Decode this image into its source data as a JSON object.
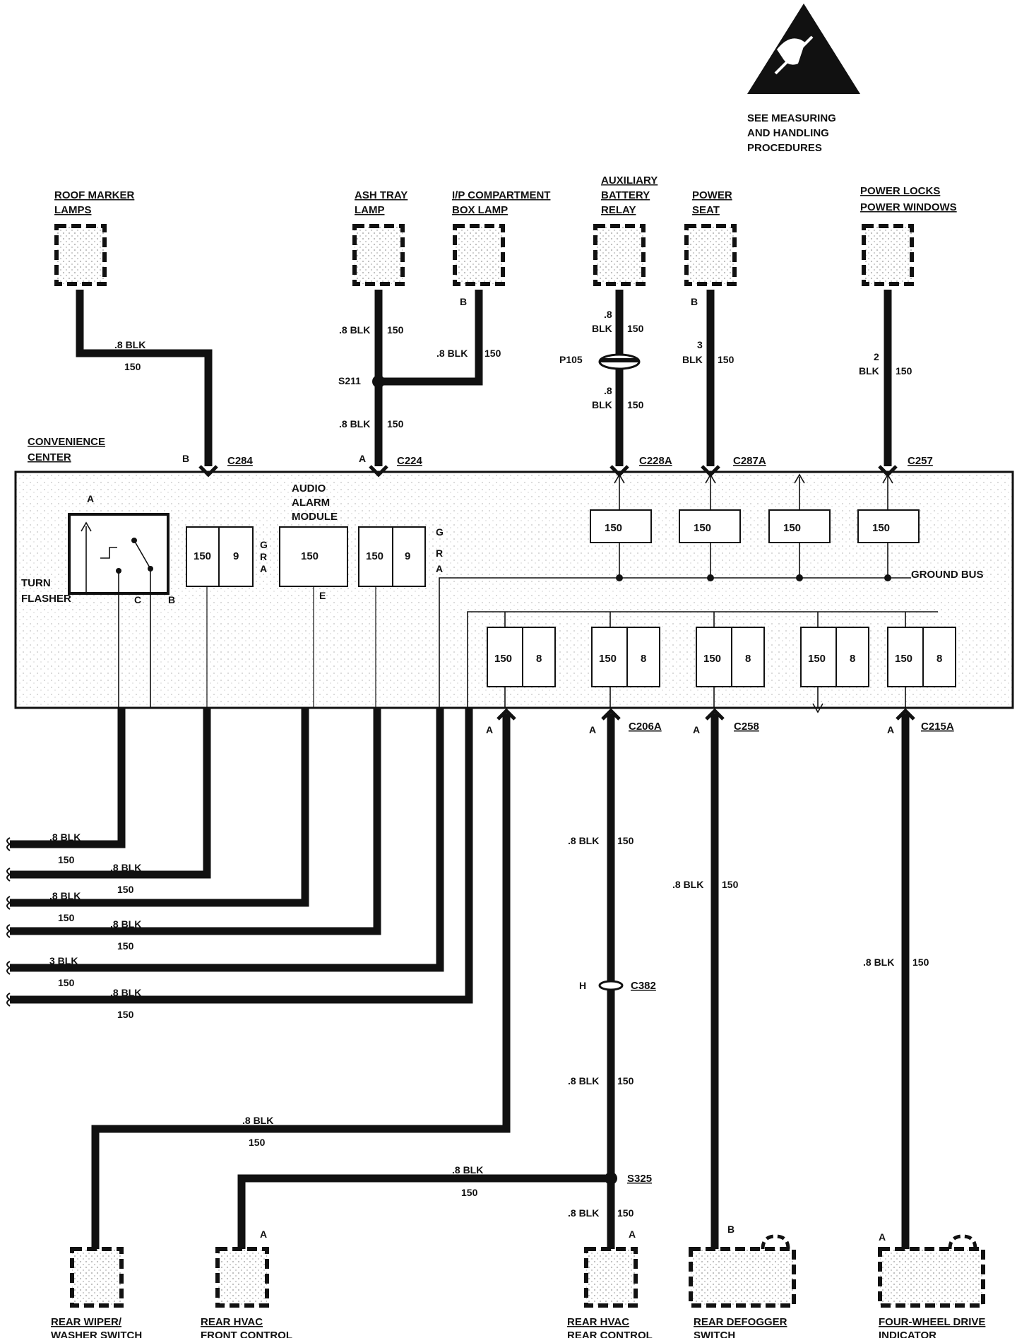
{
  "warning": {
    "line1": "SEE MEASURING",
    "line2": "AND HANDLING",
    "line3": "PROCEDURES"
  },
  "components": {
    "roof_marker": {
      "l1": "ROOF MARKER",
      "l2": "LAMPS"
    },
    "ash_tray": {
      "l1": "ASH TRAY",
      "l2": "LAMP"
    },
    "ip_compartment": {
      "l1": "I/P COMPARTMENT",
      "l2": "BOX LAMP"
    },
    "aux_battery": {
      "l1": "AUXILIARY",
      "l2": "BATTERY",
      "l3": "RELAY"
    },
    "power_seat": {
      "l1": "POWER",
      "l2": "SEAT"
    },
    "power_locks": {
      "l1": "POWER LOCKS",
      "l2": "POWER WINDOWS"
    },
    "rear_wiper": {
      "l1": "REAR WIPER/",
      "l2": "WASHER SWITCH"
    },
    "rear_hvac_front": {
      "l1": "REAR HVAC",
      "l2": "FRONT CONTROL"
    },
    "rear_hvac_rear": {
      "l1": "REAR HVAC",
      "l2": "REAR CONTROL"
    },
    "rear_defogger": {
      "l1": "REAR DEFOGGER",
      "l2": "SWITCH"
    },
    "four_wheel": {
      "l1": "FOUR-WHEEL DRIVE",
      "l2": "INDICATOR"
    }
  },
  "convenience_center": {
    "l1": "CONVENIENCE",
    "l2": "CENTER"
  },
  "turn_flasher": {
    "l1": "TURN",
    "l2": "FLASHER"
  },
  "audio_alarm": {
    "l1": "AUDIO",
    "l2": "ALARM",
    "l3": "MODULE"
  },
  "ground_bus": "GROUND BUS",
  "connectors": {
    "c284": "C284",
    "c224": "C224",
    "c228a": "C228A",
    "c287a": "C287A",
    "c257": "C257",
    "c206a": "C206A",
    "c258": "C258",
    "c215a": "C215A",
    "c382": "C382",
    "s211": "S211",
    "s325": "S325",
    "p105": "P105"
  },
  "pins": {
    "a": "A",
    "b": "B",
    "c": "C",
    "e": "E",
    "h": "H",
    "g": "G",
    "r": "R"
  },
  "wire": {
    "blk8": ".8 BLK",
    "blk": "BLK",
    "w150": "150",
    "w8": ".8",
    "w3": "3",
    "w2": "2",
    "blk3": "3 BLK"
  },
  "cells": {
    "v150": "150",
    "v9": "9",
    "v8": "8"
  }
}
